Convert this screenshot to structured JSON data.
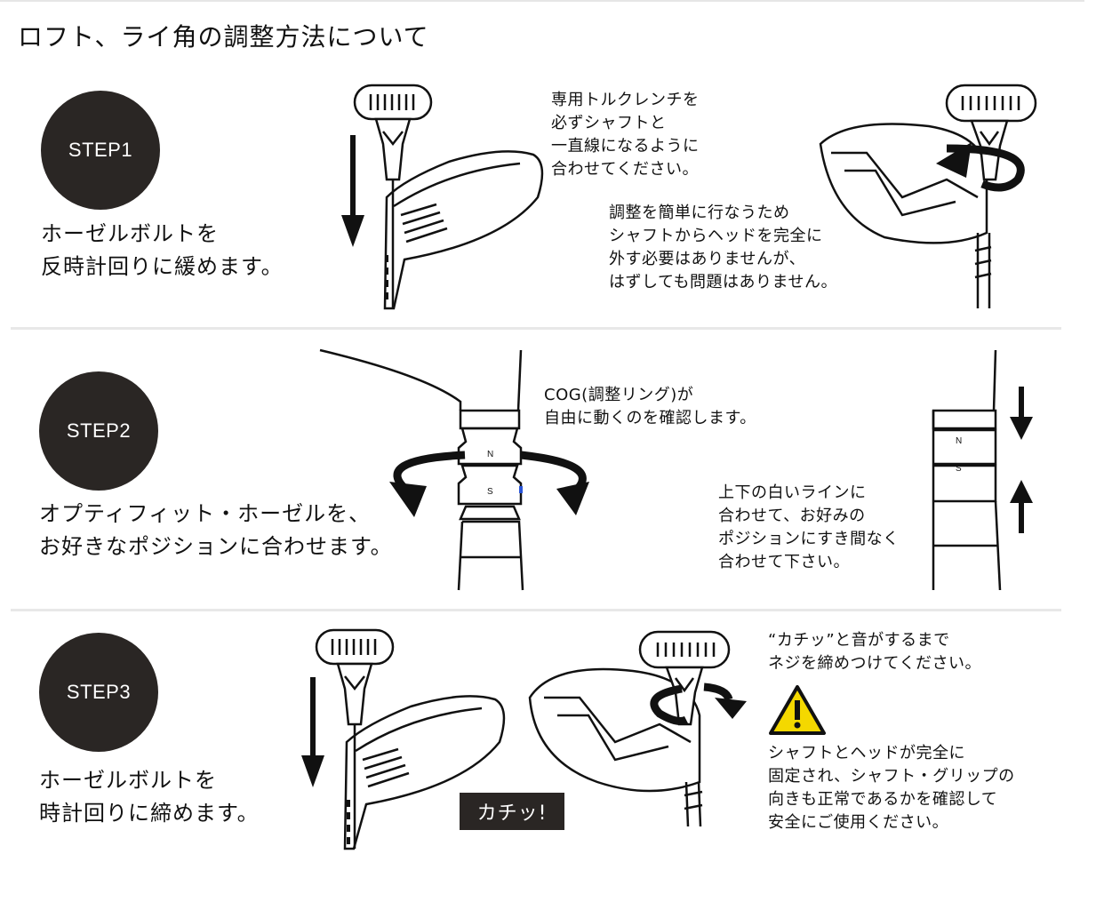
{
  "page": {
    "title": "ロフト、ライ角の調整方法について"
  },
  "steps": [
    {
      "badge": "STEP1",
      "lead": [
        "ホーゼルボルトを",
        "反時計回りに緩めます。"
      ],
      "notes": [
        [
          "専用トルクレンチを",
          "必ずシャフトと",
          "一直線になるように",
          "合わせてください。"
        ],
        [
          "調整を簡単に行なうため",
          "シャフトからヘッドを完全に",
          "外す必要はありませんが、",
          "はずしても問題はありません。"
        ]
      ]
    },
    {
      "badge": "STEP2",
      "lead": [
        "オプティフィット・ホーゼルを、",
        "お好きなポジションに合わせます。"
      ],
      "notes": [
        [
          "COG(調整リング)が",
          "自由に動くのを確認します。"
        ],
        [
          "上下の白いラインに",
          "合わせて、お好みの",
          "ポジションにすき間なく",
          "合わせて下さい。"
        ]
      ],
      "ring_marks": [
        "N",
        "S"
      ]
    },
    {
      "badge": "STEP3",
      "lead": [
        "ホーゼルボルトを",
        "時計回りに締めます。"
      ],
      "notes": [
        [
          "“カチッ”と音がするまで",
          "ネジを締めつけてください。"
        ],
        [
          "シャフトとヘッドが完全に",
          "固定され、シャフト・グリップの",
          "向きも正常であるかを確認して",
          "安全にご使用ください。"
        ]
      ],
      "callout": "カチッ!"
    }
  ],
  "icons": {
    "warning": "warning-triangle-icon",
    "arrow_down": "arrow-down-icon",
    "arrow_up": "arrow-up-icon",
    "rotate": "rotation-arrow-icon"
  },
  "colors": {
    "badge": "#2a2624",
    "warning_fill": "#f4d800",
    "line": "#111111"
  }
}
